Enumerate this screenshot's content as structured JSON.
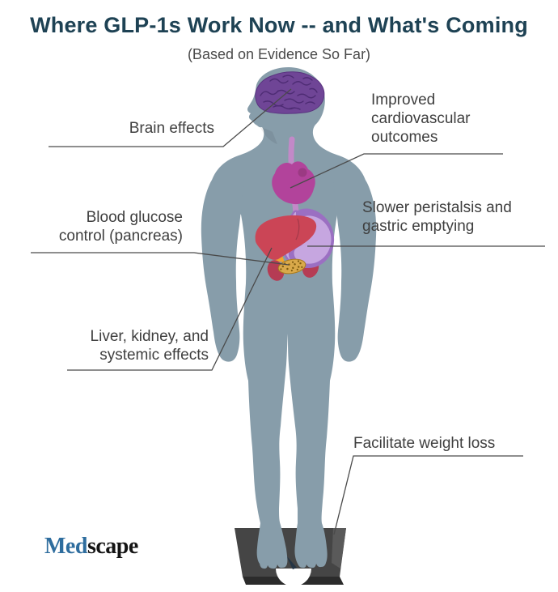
{
  "header": {
    "title": "Where GLP-1s Work Now -- and What's Coming",
    "subtitle": "(Based on Evidence So Far)"
  },
  "callouts": {
    "brain": {
      "lines": [
        "Brain effects"
      ]
    },
    "cardio": {
      "lines": [
        "Improved",
        "cardiovascular",
        "outcomes"
      ]
    },
    "glucose": {
      "lines": [
        "Blood glucose",
        "control (pancreas)"
      ]
    },
    "peristalsis": {
      "lines": [
        "Slower peristalsis and",
        "gastric emptying"
      ]
    },
    "liver": {
      "lines": [
        "Liver, kidney, and",
        "systemic effects"
      ]
    },
    "weight": {
      "lines": [
        "Facilitate weight loss"
      ]
    }
  },
  "logo": {
    "med": "Med",
    "scape": "scape"
  },
  "colors": {
    "title_text": "#1E4254",
    "subtitle_text": "#4A4A4A",
    "label_text": "#3F3F3F",
    "callout_line": "#4A4A4A",
    "body": "#879DAA",
    "brain": "#6F4596",
    "brain_folds": "#4E2C74",
    "esophagus": "#C289C8",
    "heart": "#B2439B",
    "heart_shade": "#97387F",
    "liver": "#CB4556",
    "liver_crease": "#A53A4A",
    "stomach": "#9B6FC2",
    "stomach_inner": "#C6A6E0",
    "pancreas": "#D9A94A",
    "pancreas_dots": "#7D5B10",
    "kidney": "#B53C54",
    "adrenal": "#F2A52E",
    "scale_top": "#454545",
    "scale_base": "#2B2B2B",
    "scale_edge": "#5A5A5A",
    "dial": "#FFFFFF",
    "needle": "#253545",
    "logo_blue": "#2E6D9E",
    "logo_dark": "#141414"
  }
}
